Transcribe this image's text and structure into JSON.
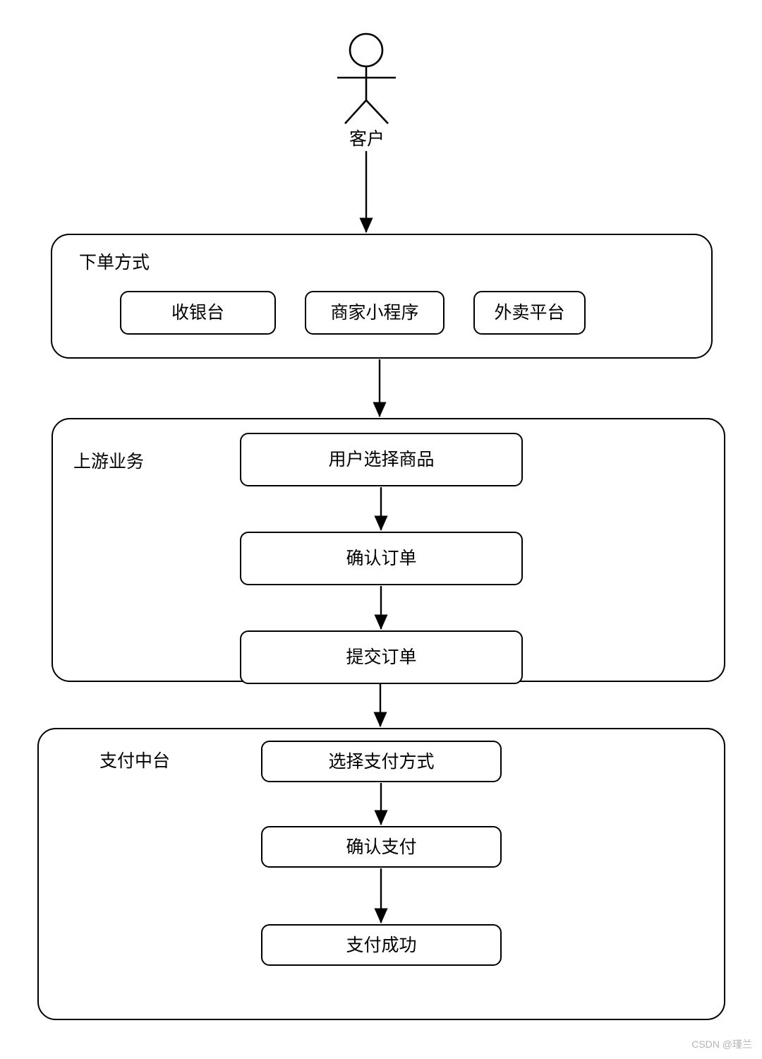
{
  "diagram": {
    "actor": {
      "icon": "actor-stick-figure-icon",
      "label": "客户"
    },
    "groups": [
      {
        "id": "order-method",
        "label": "下单方式",
        "nodes": [
          {
            "id": "cashier",
            "label": "收银台"
          },
          {
            "id": "miniapp",
            "label": "商家小程序"
          },
          {
            "id": "takeout",
            "label": "外卖平台"
          }
        ]
      },
      {
        "id": "upstream",
        "label": "上游业务",
        "nodes": [
          {
            "id": "select-goods",
            "label": "用户选择商品"
          },
          {
            "id": "confirm-order",
            "label": "确认订单"
          },
          {
            "id": "submit-order",
            "label": "提交订单"
          }
        ]
      },
      {
        "id": "payment",
        "label": "支付中台",
        "nodes": [
          {
            "id": "select-pay",
            "label": "选择支付方式"
          },
          {
            "id": "confirm-pay",
            "label": "确认支付"
          },
          {
            "id": "pay-success",
            "label": "支付成功"
          }
        ]
      }
    ],
    "connectors": [
      {
        "id": "actor-to-order-method",
        "from": "客户",
        "to": "下单方式"
      },
      {
        "id": "order-method-to-upstream",
        "from": "下单方式",
        "to": "上游业务"
      },
      {
        "id": "select-goods-to-confirm-order",
        "from": "用户选择商品",
        "to": "确认订单"
      },
      {
        "id": "confirm-order-to-submit-order",
        "from": "确认订单",
        "to": "提交订单"
      },
      {
        "id": "upstream-to-payment",
        "from": "提交订单",
        "to": "支付中台"
      },
      {
        "id": "select-pay-to-confirm-pay",
        "from": "选择支付方式",
        "to": "确认支付"
      },
      {
        "id": "confirm-pay-to-pay-success",
        "from": "确认支付",
        "to": "支付成功"
      }
    ],
    "stroke_color": "#000000",
    "background_color": "#ffffff"
  },
  "watermark": {
    "text": "CSDN @瑾兰",
    "color": "#b5b5b5"
  }
}
